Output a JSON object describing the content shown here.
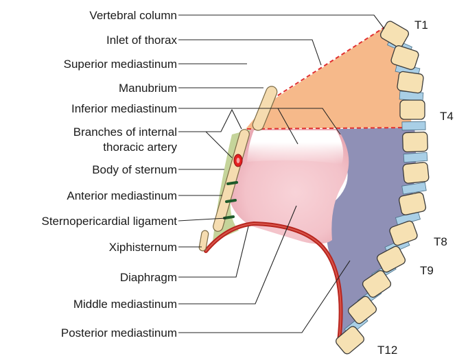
{
  "labels": {
    "vertebral_column": "Vertebral column",
    "inlet_of_thorax": "Inlet of thorax",
    "superior_mediastinum": "Superior mediastinum",
    "manubrium": "Manubrium",
    "inferior_mediastinum": "Inferior mediastinum",
    "branches_line1": "Branches of internal",
    "branches_line2": "thoracic artery",
    "body_of_sternum": "Body of sternum",
    "anterior_mediastinum": "Anterior mediastinum",
    "sternopericardial_ligament": "Sternopericardial ligament",
    "xiphisternum": "Xiphisternum",
    "diaphragm": "Diaphragm",
    "middle_mediastinum": "Middle mediastinum",
    "posterior_mediastinum": "Posterior mediastinum"
  },
  "vertebra_labels": {
    "t1": "T1",
    "t4": "T4",
    "t8": "T8",
    "t9": "T9",
    "t12": "T12"
  },
  "colors": {
    "superior_region": "#f6b98a",
    "posterior_region": "#8f90b6",
    "anterior_region": "#c5d49a",
    "pericardium_pink": "#f3c6cc",
    "diaphragm_red": "#b7251e",
    "vertebral_body": "#f6e1b3",
    "intervertebral_disc": "#a9cfe6",
    "sternum": "#f5dcb0",
    "artery_red": "#e32020",
    "ligament_green": "#1e5a2a",
    "inlet_dash": "#e03030"
  }
}
